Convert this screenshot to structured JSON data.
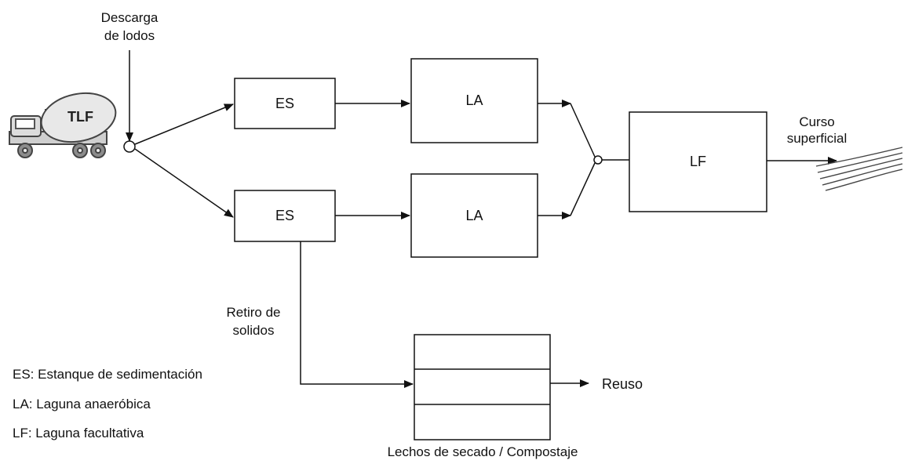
{
  "inputs": {
    "truck_label": "TLF",
    "discharge_line1": "Descarga",
    "discharge_line2": "de lodos"
  },
  "boxes": {
    "es_top": "ES",
    "es_bottom": "ES",
    "la_top": "LA",
    "la_bottom": "LA",
    "lf": "LF"
  },
  "outputs": {
    "stream_line1": "Curso",
    "stream_line2": "superficial",
    "reuse": "Reuso",
    "drying_beds": "Lechos de secado / Compostaje"
  },
  "solids": {
    "line1": "Retiro de",
    "line2": "solidos"
  },
  "legend": [
    "ES: Estanque de sedimentación",
    "LA: Laguna anaeróbica",
    "LF: Laguna facultativa"
  ]
}
